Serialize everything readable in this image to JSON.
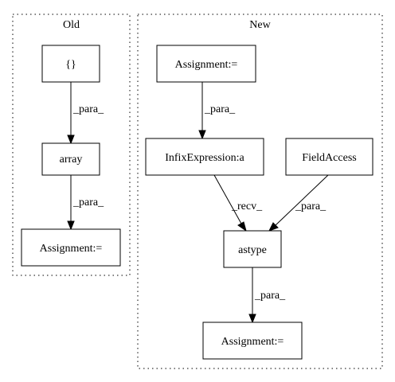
{
  "clusters": {
    "old": {
      "title": "Old"
    },
    "new": {
      "title": "New"
    }
  },
  "nodes": {
    "old_braces": {
      "label": "{}"
    },
    "old_array": {
      "label": "array"
    },
    "old_assignment": {
      "label": "Assignment:="
    },
    "new_assignment_top": {
      "label": "Assignment:="
    },
    "new_infix": {
      "label": "InfixExpression:a"
    },
    "new_fieldaccess": {
      "label": "FieldAccess"
    },
    "new_astype": {
      "label": "astype"
    },
    "new_assignment_bottom": {
      "label": "Assignment:="
    }
  },
  "edges": {
    "old_braces_to_array": {
      "label": "_para_"
    },
    "old_array_to_assignment": {
      "label": "_para_"
    },
    "new_assign_to_infix": {
      "label": "_para_"
    },
    "new_infix_to_astype": {
      "label": "_recv_"
    },
    "new_field_to_astype": {
      "label": "_para_"
    },
    "new_astype_to_assign": {
      "label": "_para_"
    }
  }
}
